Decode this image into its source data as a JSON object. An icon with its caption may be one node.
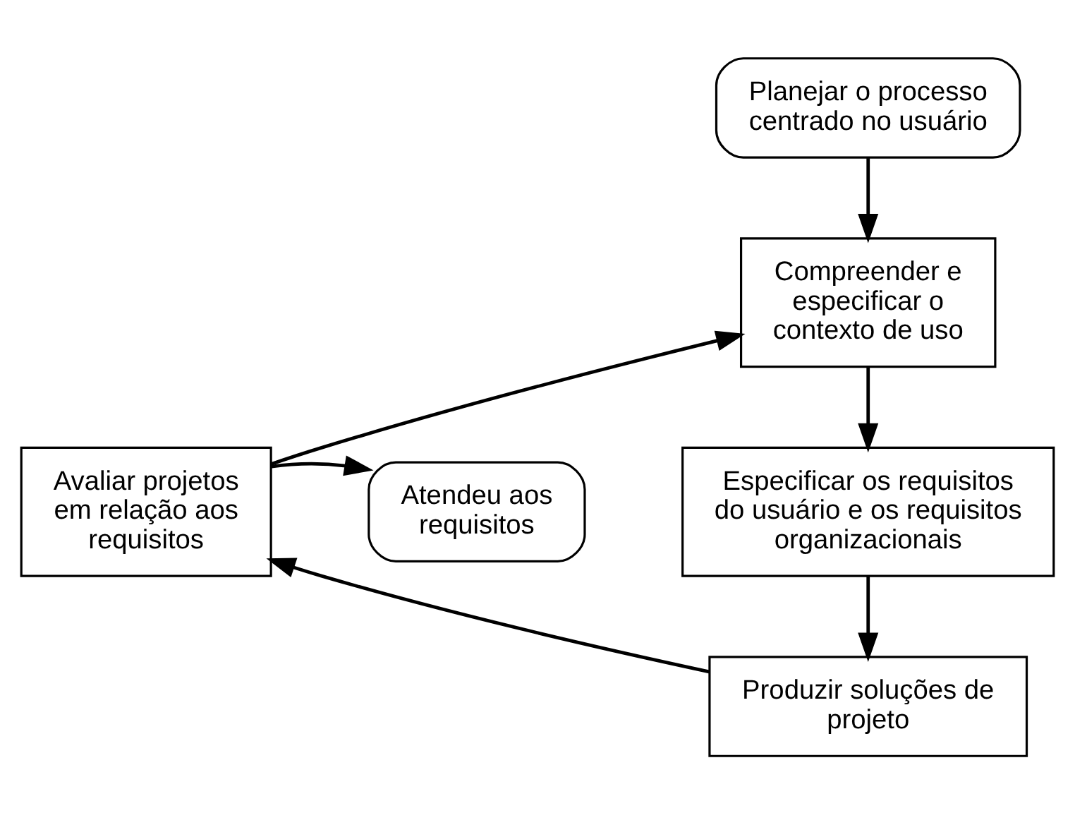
{
  "diagram": {
    "nodes": [
      {
        "text": [
          "Planejar o processo centrado no usuário"
        ]
      },
      {
        "text": [
          "Compreender e especificar o contexto de uso"
        ]
      },
      {
        "text": [
          "Avaliar projetos em relação aos requisitos"
        ]
      },
      {
        "text": [
          "Atendeu aos requisitos"
        ]
      },
      {
        "text": [
          "Especificar os requisitos do usuário e os requisitos organizacionais"
        ]
      },
      {
        "text": [
          "Produzir soluções de projeto"
        ]
      }
    ],
    "edges": [
      {
        "from": 0,
        "to": 1,
        "arrow": "to"
      },
      {
        "from": 1,
        "to": 4,
        "arrow": "to"
      },
      {
        "from": 4,
        "to": 5,
        "arrow": "to"
      },
      {
        "from": 5,
        "to": 2,
        "arrow": "to"
      },
      {
        "from": 2,
        "to": 1,
        "arrow": "to"
      },
      {
        "from": 2,
        "to": 3,
        "arrow": "to"
      }
    ]
  }
}
